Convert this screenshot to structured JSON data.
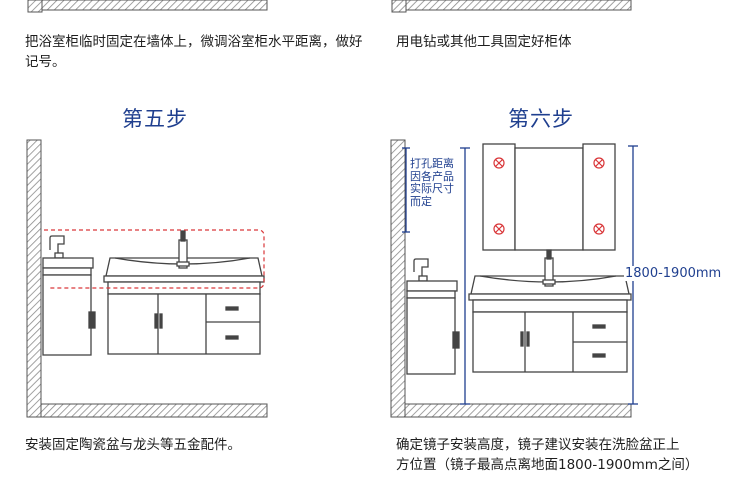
{
  "top_left_caption": "把浴室柜临时固定在墙体上，微调浴室柜水平距离，做好记号。",
  "top_right_caption": "用电钻或其他工具固定好柜体",
  "step5": {
    "title": "第五步",
    "caption": "安装固定陶瓷盆与龙头等五金配件。"
  },
  "step6": {
    "title": "第六步",
    "note": [
      "打孔距离",
      "因各产品",
      "实际尺寸",
      "而定"
    ],
    "dimension": "1800-1900mm",
    "caption_line1": "确定镜子安装高度，镜子建议安装在洗脸盆正上",
    "caption_line2": "方位置（镜子最高点离地面1800-1900mm之间）"
  },
  "colors": {
    "line": "#444444",
    "accent_blue": "#1f3f8f",
    "marker_red": "#d9373a",
    "hatch": "#9a9a9a"
  }
}
